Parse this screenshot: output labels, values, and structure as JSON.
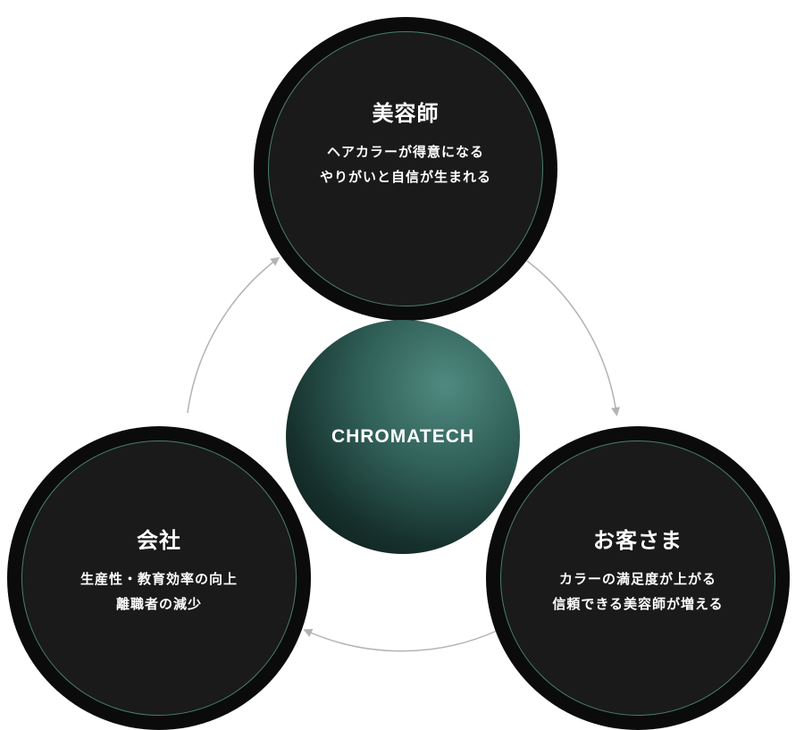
{
  "center": {
    "label": "CHROMATECH",
    "color": "#2f5e56"
  },
  "nodes": {
    "top": {
      "title": "美容師",
      "lines": [
        "ヘアカラーが得意になる",
        "やりがいと自信が生まれる"
      ]
    },
    "right": {
      "title": "お客さま",
      "lines": [
        "カラーの満足度が上がる",
        "信頼できる美容師が増える"
      ]
    },
    "left": {
      "title": "会社",
      "lines": [
        "生産性・教育効率の向上",
        "離職者の減少"
      ]
    }
  },
  "colors": {
    "node_fill": "#1a1a1a",
    "node_border": "#0b0b0b",
    "ring_stroke": "#4a7d73",
    "arrow": "#b3b3b3"
  }
}
